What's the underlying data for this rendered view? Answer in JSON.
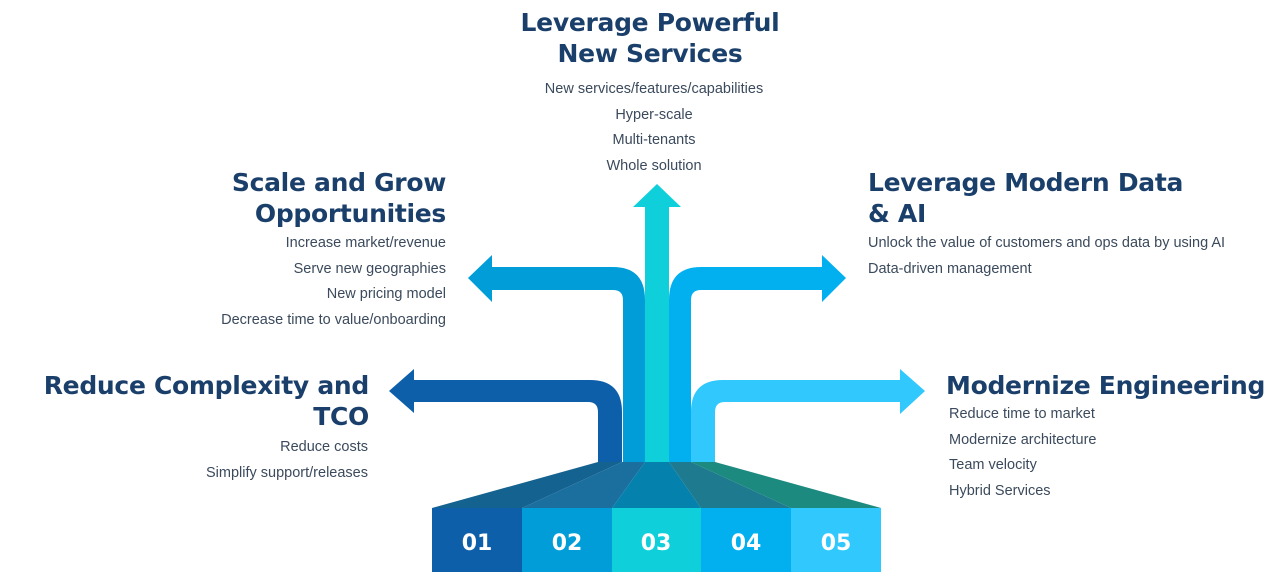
{
  "items": [
    {
      "number": "01",
      "title_lines": [
        "Reduce Complexity and",
        "TCO"
      ],
      "bullets": [
        "Reduce costs",
        "Simplify support/releases"
      ],
      "color": "#0e5fa9",
      "fan_color": "#14628f"
    },
    {
      "number": "02",
      "title_lines": [
        "Scale and Grow",
        "Opportunities"
      ],
      "bullets": [
        "Increase market/revenue",
        "Serve new geographies",
        "New pricing model",
        "Decrease time to value/onboarding"
      ],
      "color": "#009dd8",
      "fan_color": "#1a6f9f"
    },
    {
      "number": "03",
      "title_lines": [
        "Leverage Powerful",
        "New Services"
      ],
      "bullets": [
        "New services/features/capabilities",
        "Hyper-scale",
        "Multi-tenants",
        "Whole solution"
      ],
      "color": "#0fd0da",
      "fan_color": "#0581ad"
    },
    {
      "number": "04",
      "title_lines": [
        "Leverage Modern Data",
        "& AI"
      ],
      "bullets": [
        "Unlock the value of customers and ops data by using AI",
        "Data-driven management"
      ],
      "color": "#03b0ef",
      "fan_color": "#1d7a8f"
    },
    {
      "number": "05",
      "title_lines": [
        "Modernize Engineering"
      ],
      "bullets": [
        "Reduce time to market",
        "Modernize architecture",
        "Team velocity",
        "Hybrid Services"
      ],
      "color": "#31c8fd",
      "fan_color": "#1d8a80"
    }
  ],
  "colors": {
    "title": "#1a3f6b",
    "text": "#3b4a5c",
    "number_text": "#ffffff"
  }
}
